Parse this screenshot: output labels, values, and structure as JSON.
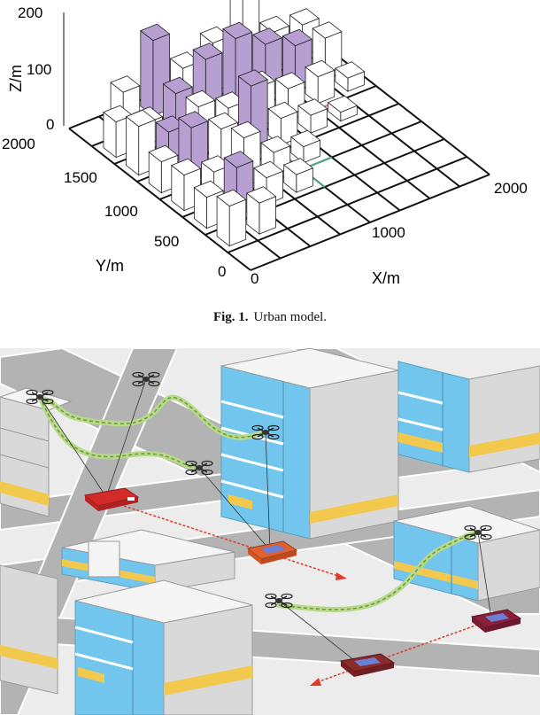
{
  "figure1": {
    "z_axis_label": "Z/m",
    "y_axis_label": "Y/m",
    "x_axis_label": "X/m",
    "z_ticks": [
      "200",
      "100",
      "0"
    ],
    "y_ticks": [
      "2000",
      "1500",
      "1000",
      "500",
      "0"
    ],
    "x_ticks": [
      "0",
      "1000",
      "2000"
    ],
    "colors": {
      "white_building": "#ffffff",
      "purple_building": "#b79fd2",
      "grid": "#111111",
      "route_red": "#d98080",
      "route_green": "#4aa88a"
    }
  },
  "caption": {
    "label": "Fig. 1.",
    "text": "Urban model."
  },
  "figure2": {
    "colors": {
      "road": "#b3b3b3",
      "building_blue": "#72c6ee",
      "building_gray": "#d9d9d9",
      "stripe_yellow": "#f2c94c",
      "car_red": "#d42a2a",
      "car_dark": "#8a1f1f",
      "path_green": "#b8d98a",
      "arrow_red": "#e03a2a"
    },
    "icons": [
      "drone-icon",
      "car-icon"
    ]
  }
}
